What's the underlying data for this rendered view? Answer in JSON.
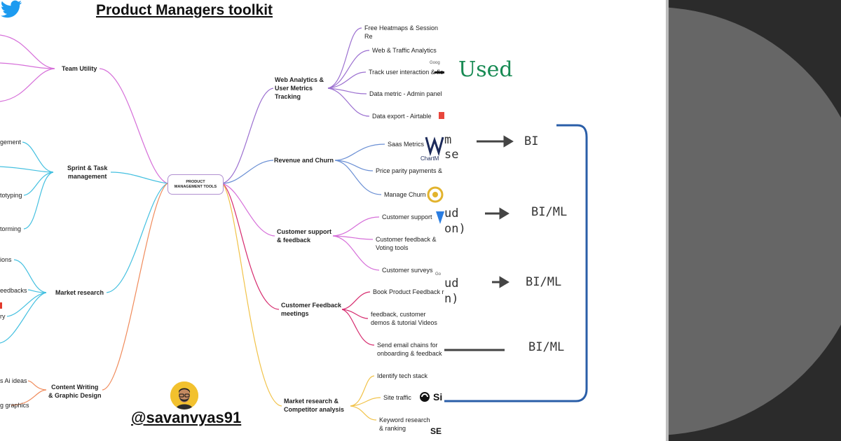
{
  "mindmap": {
    "title": "Product Managers toolkit",
    "center_label": "PRODUCT\nMANAGEMENT TOOLS",
    "left_hubs": {
      "team_utility": "Team Utility",
      "sprint": "Sprint & Task\nmanagement",
      "market_research": "Market research",
      "content": "Content Writing\n& Graphic Design"
    },
    "left_leaves": {
      "l1": "gement",
      "l2": "totyping",
      "l3": "torming",
      "l4": "ions",
      "l5": "eedbacks",
      "l6": "ry",
      "l7": "s Ai ideas",
      "l8": "g graphics"
    },
    "right_hubs": {
      "web": "Web Analytics &\nUser Metrics\nTracking",
      "revenue": "Revenue and Churn",
      "support": "Customer support\n& feedback",
      "meetings": "Customer Feedback\nmeetings",
      "competitor": "Market research &\nCompetitor analysis"
    },
    "right_leaves": {
      "heatmaps": "Free Heatmaps & Session Re",
      "traffic": "Web & Traffic Analytics",
      "interaction": "Track user interaction & flo",
      "admin": "Data metric - Admin panel",
      "airtable": "Data export - Airtable",
      "saas": "Saas Metrics",
      "parity": "Price parity payments &",
      "churn": "Manage Churn",
      "cs": "Customer support",
      "voting": "Customer feedback &\nVoting tools",
      "surveys": "Customer surveys",
      "book": "Book Product Feedback r",
      "demos": "feedback, customer\ndemos & tutorial Videos",
      "emails": "Send email chains for\nonboarding & feedback",
      "tech": "Identify tech stack",
      "site_traffic": "Site traffic",
      "keywords": "Keyword research\n& ranking"
    },
    "logo_text": {
      "google_1": "Goog",
      "chartmogul": "ChartM",
      "google_2": "Go",
      "similarweb": "Si",
      "semrush": "SE"
    },
    "handle": "@savanvyas91"
  },
  "whiteboard": {
    "used": "Used",
    "rows": [
      {
        "left": "m\nse",
        "right": "BI"
      },
      {
        "left": "ud\non)",
        "right": "BI/ML"
      },
      {
        "left": "ud\nn)",
        "right": "BI/ML"
      },
      {
        "left": "",
        "right": "BI/ML"
      }
    ]
  },
  "colors": {
    "branch_magenta": "#d66fd9",
    "branch_blue": "#6a8fd4",
    "branch_cyan": "#44c0e0",
    "branch_orange": "#f08a5a",
    "branch_purple": "#9b6fd0",
    "branch_yellow": "#f1c248",
    "used_green": "#178a53",
    "frame_blue": "#2a5ea8",
    "dark_panel": "#2b2b2b",
    "dark_circle": "#666666"
  }
}
